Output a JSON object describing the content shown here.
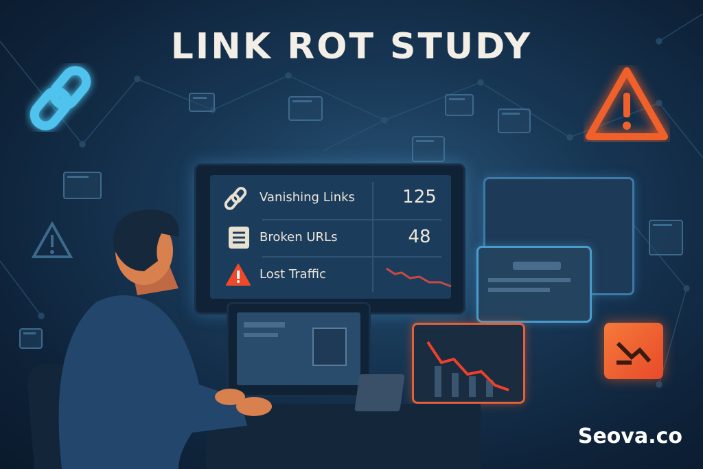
{
  "title": "LINK ROT STUDY",
  "dashboard": {
    "rows": [
      {
        "icon": "link-icon",
        "label": "Vanishing Links",
        "value": "125"
      },
      {
        "icon": "document-icon",
        "label": "Broken URLs",
        "value": "48"
      },
      {
        "icon": "warning-icon",
        "label": "Lost Traffic",
        "value": null
      }
    ]
  },
  "brand": "Seova.co",
  "colors": {
    "accent_blue": "#4fc3ee",
    "warning_orange": "#f0602a",
    "trend_red": "#d9453a",
    "text": "#ece6da"
  }
}
